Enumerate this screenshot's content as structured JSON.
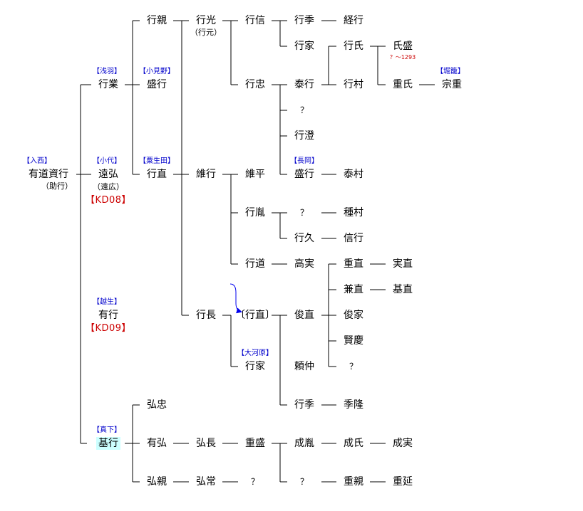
{
  "nodes": {
    "sukeyuki": "有道資行",
    "sukeyuki_alt": "（助行）",
    "sukeyuki_tag": "【入西】",
    "yukinari": "行業",
    "yukinari_tag": "【浅羽】",
    "tohiro": "遠弘",
    "tohiro_alt": "（遠広）",
    "tohiro_tag": "【小代】",
    "tohiro_kd": "【KD08】",
    "ariyuki": "有行",
    "ariyuki_tag": "【越生】",
    "ariyuki_kd": "【KD09】",
    "motoyuki": "基行",
    "motoyuki_tag": "【真下】",
    "yukichika": "行親",
    "moriyuki": "盛行",
    "moriyuki_tag": "【小見野】",
    "yukinao": "行直",
    "yukinao_tag": "【粟生田】",
    "hirotada": "弘忠",
    "arihiro": "有弘",
    "hirochika": "弘親",
    "yukimitsu": "行光",
    "yukimitsu_alt": "（行元）",
    "koreyuki": "維行",
    "yukinaga": "行長",
    "hironaga": "弘長",
    "hirotsune": "弘常",
    "yukinobu": "行信",
    "yukitada": "行忠",
    "korehira": "維平",
    "yukitoki": "行胤",
    "yukimichi": "行道",
    "yukinao2": "〔行直〕",
    "yukiie": "行家",
    "yukiie_tag": "【大河原】",
    "shigemori": "重盛",
    "q_hirotsune": "？",
    "yukisue": "行季",
    "yukiie2": "行家",
    "yasuyuki": "泰行",
    "q_yukitada": "？",
    "yukizumi": "行澄",
    "moriyuki2": "盛行",
    "moriyuki2_tag": "【長岡】",
    "q_yukitoki": "？",
    "yukihisa": "行久",
    "takazane": "高実",
    "toshinao": "俊直",
    "yorinaka": "頼仲",
    "yukisue2": "行季",
    "naritoki": "成胤",
    "q_shigemori": "？",
    "tsuneyuki": "経行",
    "yukiuji": "行氏",
    "yukimura": "行村",
    "yasumura": "泰村",
    "tanemura": "種村",
    "nobuyuki": "信行",
    "shigenao": "重直",
    "kanenao": "兼直",
    "toshiie": "俊家",
    "kenkei": "賢慶",
    "q_toshinao": "？",
    "suetaka": "季隆",
    "nariuji": "成氏",
    "shigechika": "重親",
    "ujimori": "氏盛",
    "ujimori_ann": "？～1293",
    "shigeuji": "重氏",
    "sanenao": "実直",
    "motonao": "基直",
    "narizane": "成実",
    "shigenobu": "重延",
    "muneshige": "宗重",
    "muneshige_tag": "【堀籠】"
  },
  "colors": {
    "line": "#000000",
    "tag": "#0000cc",
    "kd": "#cc0000",
    "highlight": "#ccffff",
    "arrow": "#0000ee"
  }
}
